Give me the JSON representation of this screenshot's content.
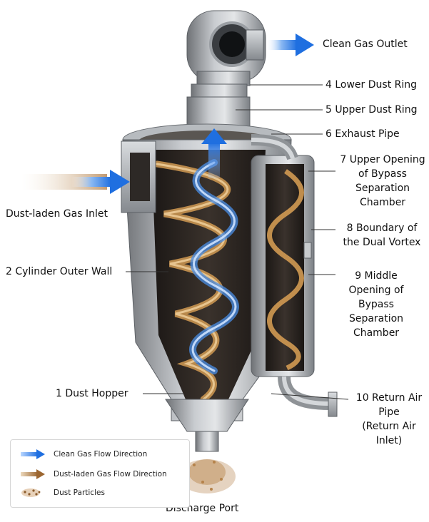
{
  "labels": {
    "clean_gas_outlet": "Clean Gas Outlet",
    "lower_dust_ring": "4 Lower Dust Ring",
    "upper_dust_ring": "5 Upper Dust Ring",
    "exhaust_pipe": "6 Exhaust Pipe",
    "upper_opening_1": "7 Upper Opening",
    "upper_opening_2": "of Bypass",
    "upper_opening_3": "Separation",
    "upper_opening_4": "Chamber",
    "dust_laden_inlet": "Dust-laden Gas Inlet",
    "boundary_1": "8 Boundary of",
    "boundary_2": "the Dual Vortex",
    "cylinder_wall": "2 Cylinder Outer Wall",
    "middle_opening_1": "9 Middle",
    "middle_opening_2": "Opening of",
    "middle_opening_3": "Bypass",
    "middle_opening_4": "Separation",
    "middle_opening_5": "Chamber",
    "dust_hopper": "1 Dust Hopper",
    "return_air_1": "10 Return Air",
    "return_air_2": "Pipe",
    "return_air_3": "(Return Air",
    "return_air_4": "Inlet)",
    "discharge_port": "Discharge Port"
  },
  "legend": {
    "clean_gas": "Clean Gas Flow Direction",
    "dust_gas": "Dust-laden Gas Flow Direction",
    "particles": "Dust Particles"
  },
  "colors": {
    "clean_gas": "#2f7fe6",
    "dust_gas": "#c8924a",
    "metal": "#9a9ea3",
    "interior": "#2a2522"
  }
}
